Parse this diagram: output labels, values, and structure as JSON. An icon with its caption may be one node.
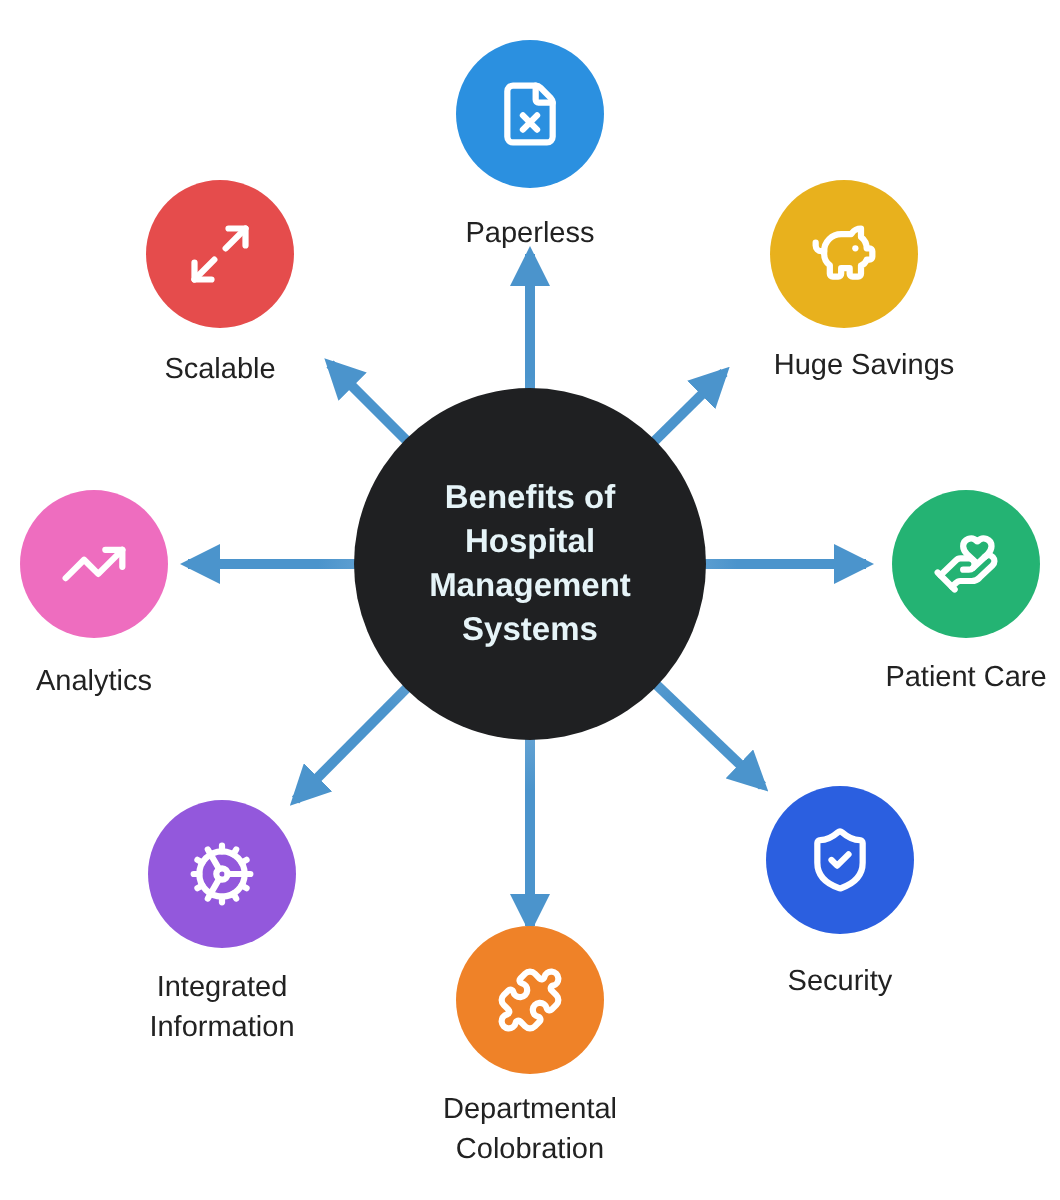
{
  "diagram": {
    "nodes": [
      {
        "text": [
          "Benefits of Hospital Management Systems"
        ]
      },
      {
        "text": [
          "Paperless"
        ]
      },
      {
        "text": [
          "Huge Savings"
        ]
      },
      {
        "text": [
          "Patient Care"
        ]
      },
      {
        "text": [
          "Security"
        ]
      },
      {
        "text": [
          "Departmental Colobration"
        ]
      },
      {
        "text": [
          "Integrated Information"
        ]
      },
      {
        "text": [
          "Analytics"
        ]
      },
      {
        "text": [
          "Scalable"
        ]
      }
    ],
    "edges": [
      {
        "from": 0,
        "to": 1,
        "arrow": "to"
      },
      {
        "from": 0,
        "to": 2,
        "arrow": "to"
      },
      {
        "from": 0,
        "to": 3,
        "arrow": "to"
      },
      {
        "from": 0,
        "to": 4,
        "arrow": "to"
      },
      {
        "from": 0,
        "to": 5,
        "arrow": "to"
      },
      {
        "from": 0,
        "to": 6,
        "arrow": "to"
      },
      {
        "from": 0,
        "to": 7,
        "arrow": "to"
      },
      {
        "from": 0,
        "to": 8,
        "arrow": "to"
      }
    ]
  }
}
